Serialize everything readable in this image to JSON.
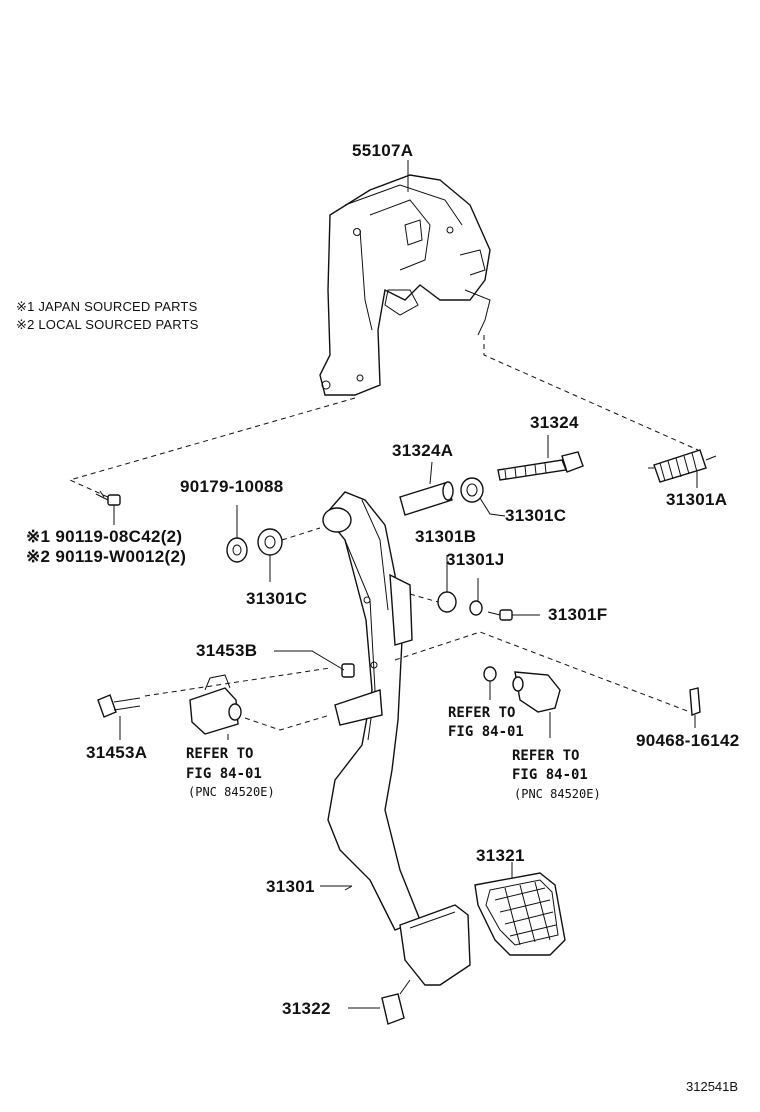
{
  "notes": {
    "japan": "※1 JAPAN SOURCED PARTS",
    "local": "※2 LOCAL SOURCED PARTS"
  },
  "labels": {
    "p55107A": "55107A",
    "p31324": "31324",
    "p31324A": "31324A",
    "p31301C_top": "31301C",
    "p31301A": "31301A",
    "p90179": "90179-10088",
    "p90119_1": "※1 90119-08C42(2)",
    "p90119_2": "※2 90119-W0012(2)",
    "p31301C_left": "31301C",
    "p31301B": "31301B",
    "p31301J": "31301J",
    "p31301F": "31301F",
    "p31453B": "31453B",
    "p31453A": "31453A",
    "p90468": "90468-16142",
    "refer_left_1": "REFER TO",
    "refer_left_2": "FIG 84-01",
    "refer_left_3": "(PNC 84520E)",
    "refer_mid_1": "REFER TO",
    "refer_mid_2": "FIG 84-01",
    "refer_right_1": "REFER TO",
    "refer_right_2": "FIG 84-01",
    "refer_right_3": "(PNC 84520E)",
    "p31321": "31321",
    "p31301": "31301",
    "p31322": "31322"
  },
  "figure_code": "312541B"
}
